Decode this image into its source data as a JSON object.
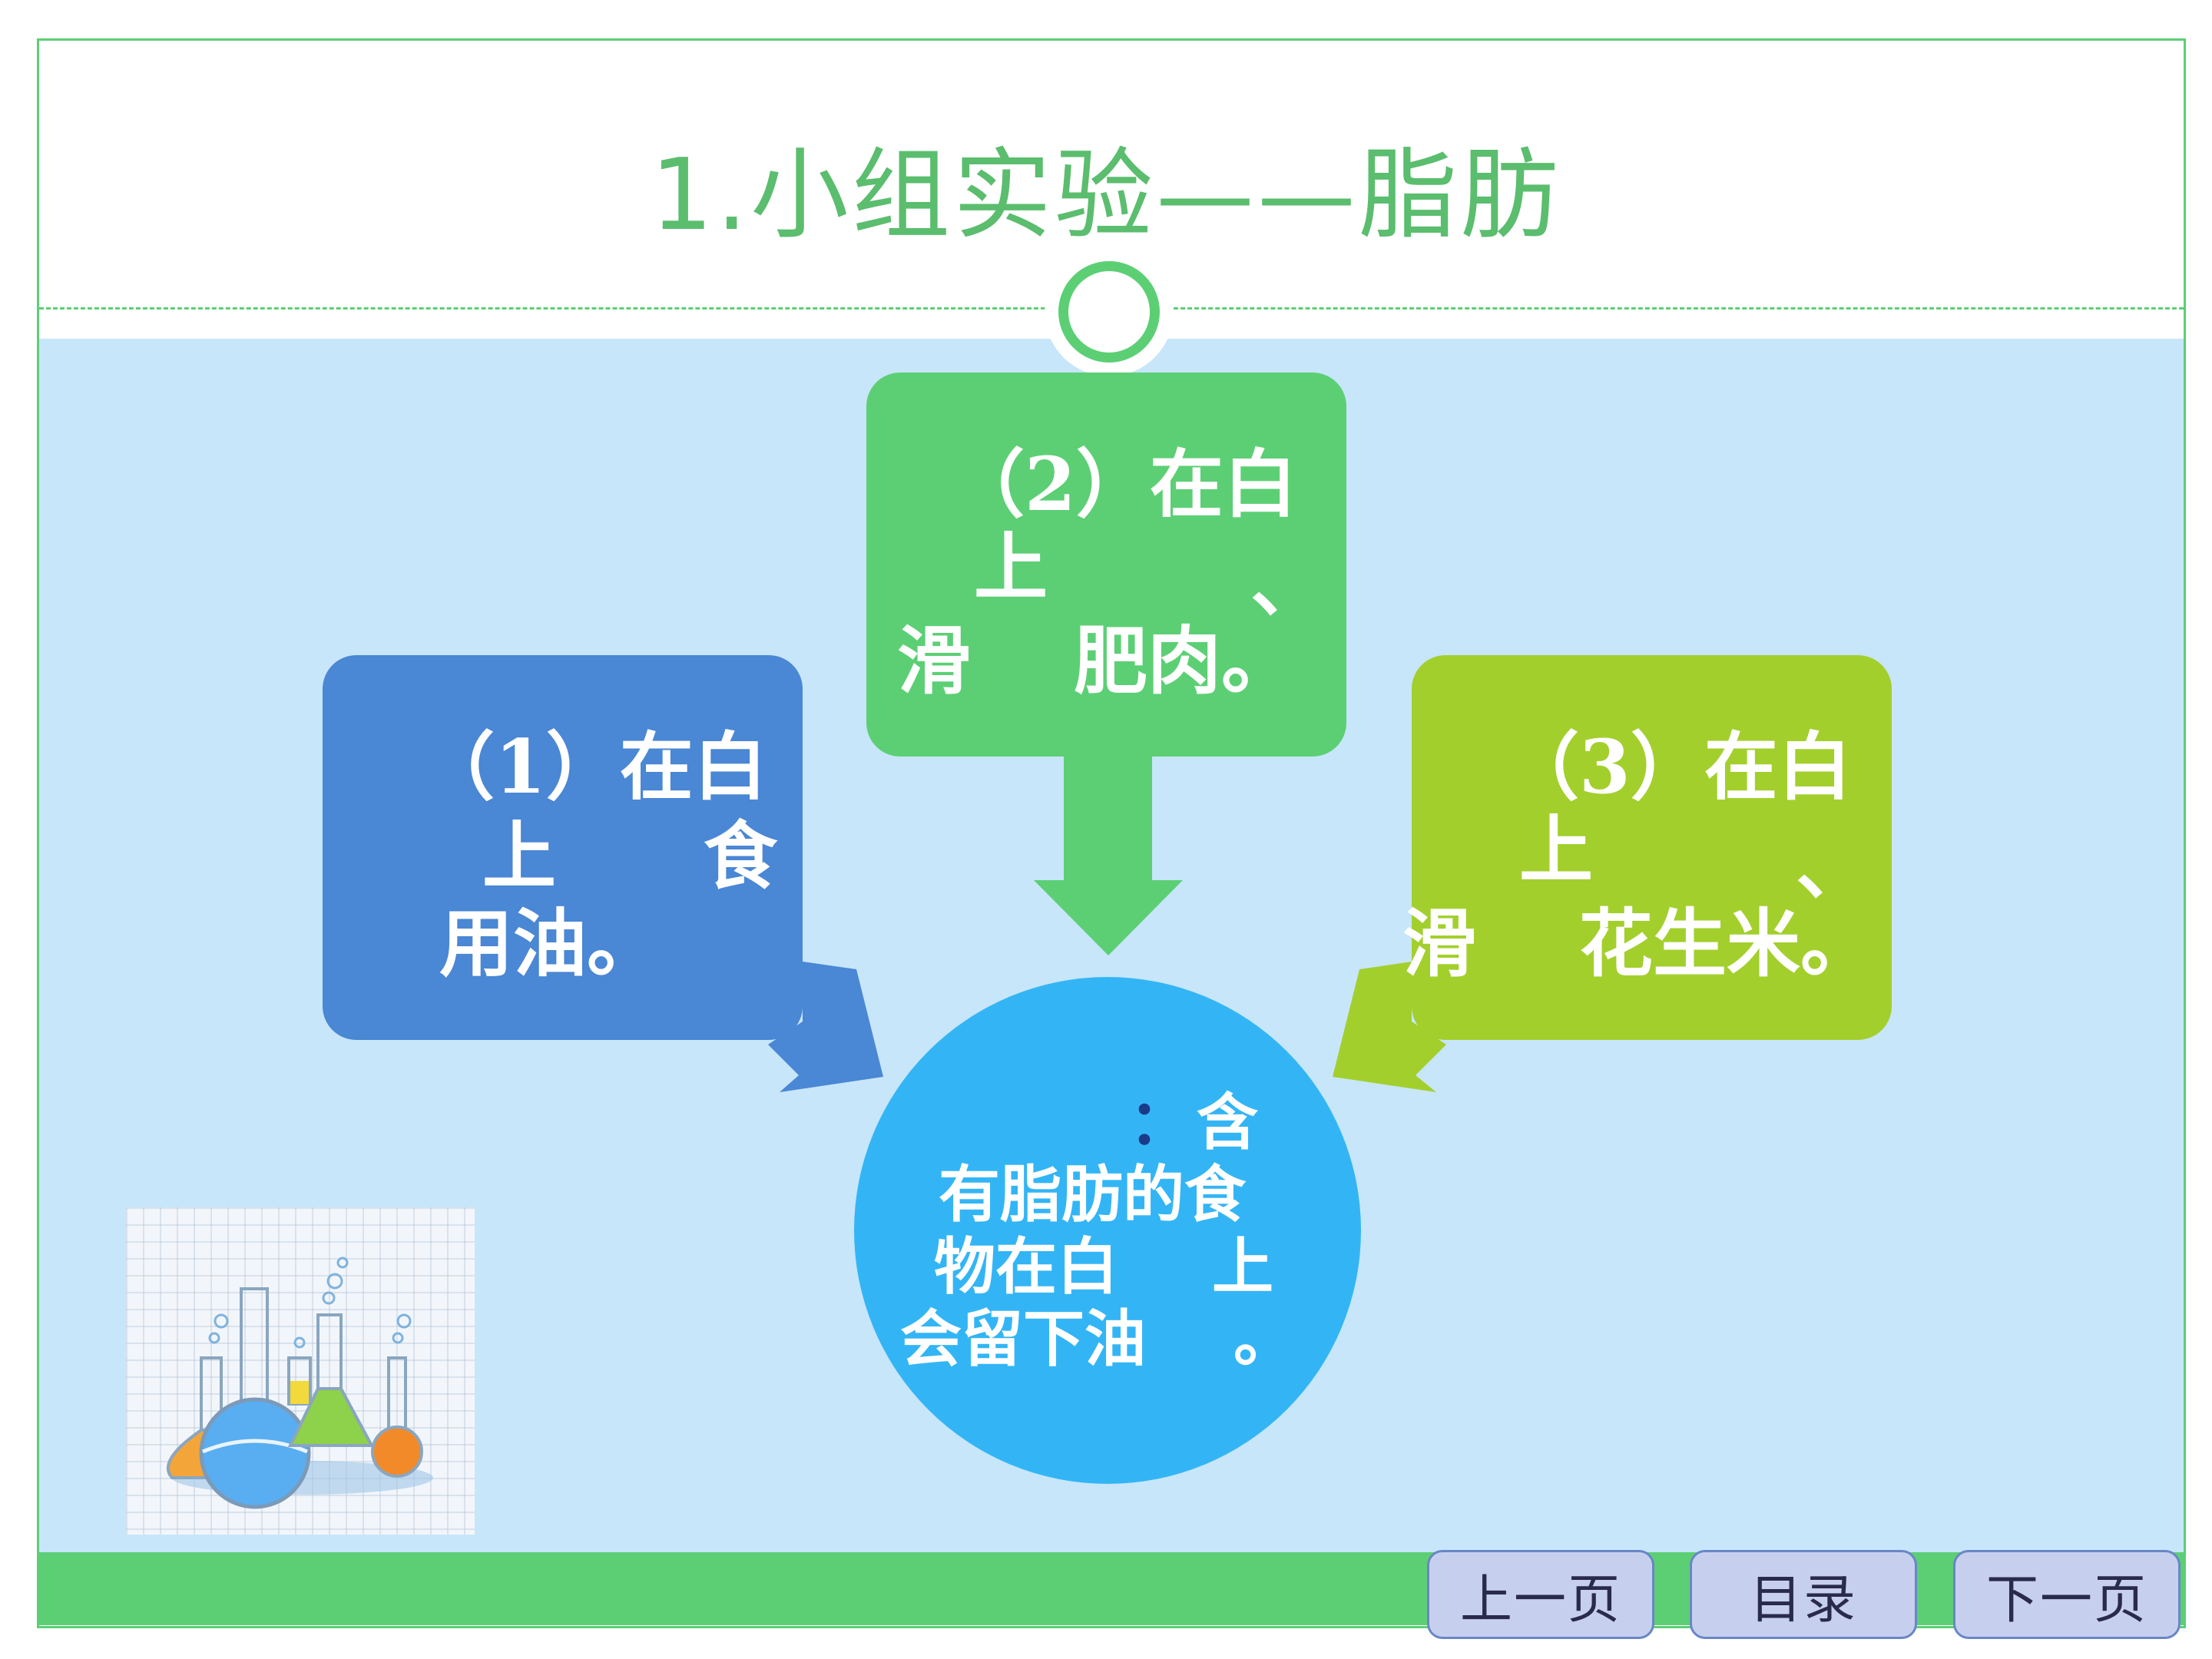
{
  "slide": {
    "title": "1.小组实验——脂肪"
  },
  "boxes": {
    "box1": {
      "lines": [
        "（1）在白",
        "上　　食",
        "用油。"
      ]
    },
    "box2": {
      "lines": [
        "（2）在白",
        "上",
        "、",
        "滑",
        "肥肉。"
      ]
    },
    "box3": {
      "lines": [
        "（3）在白",
        "上",
        "、",
        "滑",
        "花生米。"
      ]
    }
  },
  "center": {
    "colon": "：",
    "lines": [
      "含",
      "有脂肪的食",
      "物在白",
      "上",
      "会留下油",
      "。"
    ]
  },
  "nav": {
    "prev": "上一页",
    "toc": "目录",
    "next": "下一页"
  },
  "colors": {
    "accent_green": "#5ccf75",
    "box1_blue": "#4a87d4",
    "box3_lime": "#a3cf2d",
    "center_cyan": "#33b5f5",
    "background_light_blue": "#c7e6fa"
  },
  "icons": [
    "lab-flasks-icon"
  ]
}
